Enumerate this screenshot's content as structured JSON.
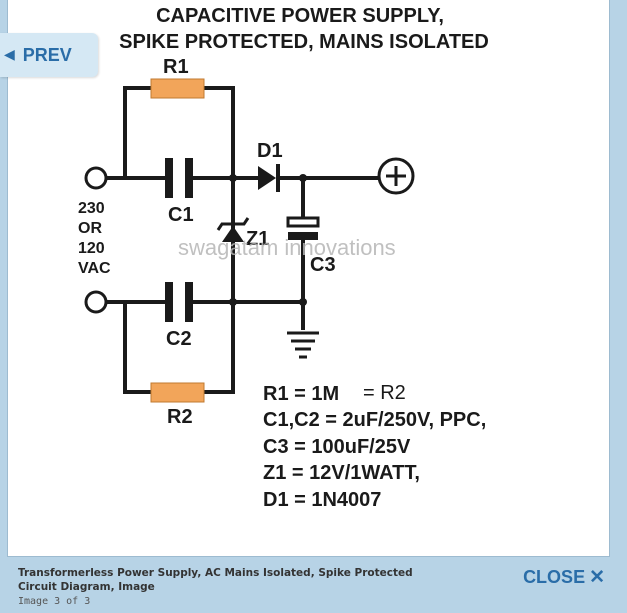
{
  "diagram": {
    "title_line1": "CAPACITIVE POWER SUPPLY,",
    "title_line2": "SPIKE PROTECTED, MAINS ISOLATED",
    "labels": {
      "r1": "R1",
      "r2": "R2",
      "c1": "C1",
      "c2": "C2",
      "c3": "C3",
      "d1": "D1",
      "z1": "Z1",
      "input_line1": "230",
      "input_line2": "OR",
      "input_line3": "120",
      "input_line4": "VAC"
    },
    "watermark": "swagatam innovations",
    "values": {
      "r1_left": "R1 = 1M",
      "r1_right": "= R2",
      "c1c2": "C1,C2 = 2uF/250V, PPC,",
      "c3": "C3 = 100uF/25V",
      "z1": "Z1 = 12V/1WATT,",
      "d1": "D1 = 1N4007"
    },
    "colors": {
      "resistor": "#f2a55a",
      "wire": "#1a1a1a"
    }
  },
  "nav": {
    "prev_label": "PREV",
    "close_label": "CLOSE"
  },
  "caption": {
    "line1": "Transformerless Power Supply, AC Mains Isolated, Spike Protected",
    "line2": "Circuit Diagram, Image",
    "counter": "Image 3 of 3"
  }
}
